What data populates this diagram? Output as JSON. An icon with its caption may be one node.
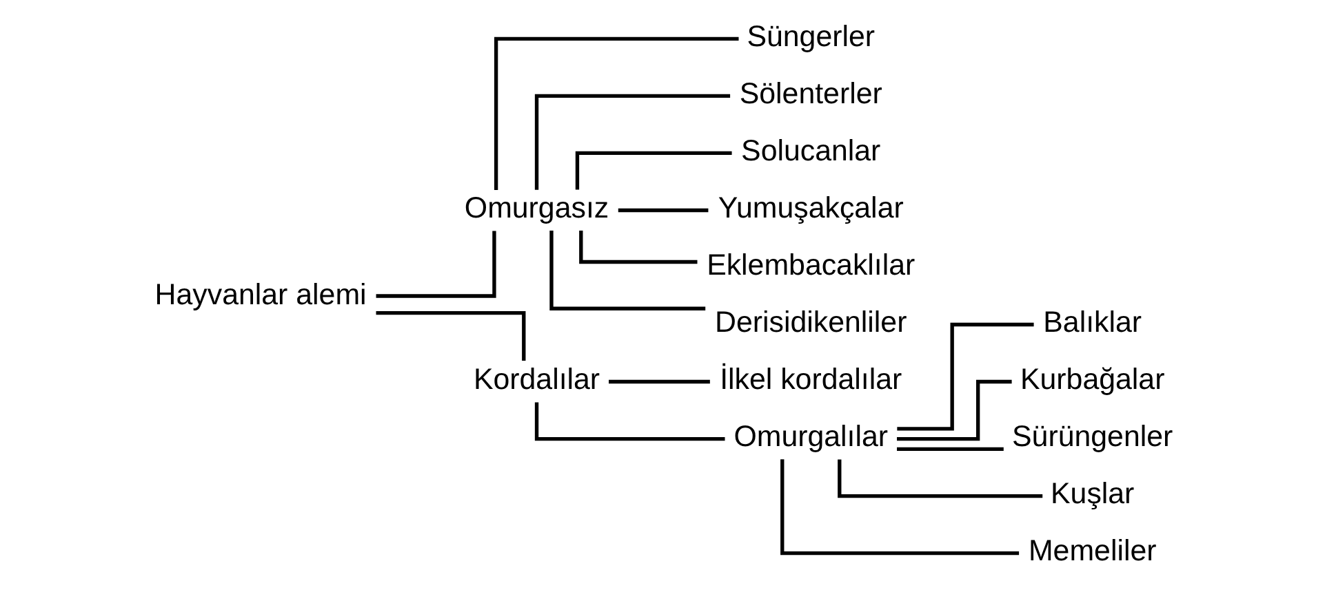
{
  "diagram": {
    "nodes": [
      {
        "text": [
          "Hayvanlar alemi"
        ]
      },
      {
        "text": [
          "Omurgasız"
        ]
      },
      {
        "text": [
          "Kordalılar"
        ]
      },
      {
        "text": [
          "Süngerler"
        ]
      },
      {
        "text": [
          "Sölenterler"
        ]
      },
      {
        "text": [
          "Solucanlar"
        ]
      },
      {
        "text": [
          "Yumuşakçalar"
        ]
      },
      {
        "text": [
          "Eklembacaklılar"
        ]
      },
      {
        "text": [
          "Derisidikenliler"
        ]
      },
      {
        "text": [
          "İlkel kordalılar"
        ]
      },
      {
        "text": [
          "Omurgalılar"
        ]
      },
      {
        "text": [
          "Balıklar"
        ]
      },
      {
        "text": [
          "Kurbağalar"
        ]
      },
      {
        "text": [
          "Sürüngenler"
        ]
      },
      {
        "text": [
          "Kuşlar"
        ]
      },
      {
        "text": [
          "Memeliler"
        ]
      }
    ],
    "edges": [
      {
        "from": 0,
        "to": 1,
        "arrow": "none"
      },
      {
        "from": 0,
        "to": 2,
        "arrow": "none"
      },
      {
        "from": 1,
        "to": 3,
        "arrow": "none"
      },
      {
        "from": 1,
        "to": 4,
        "arrow": "none"
      },
      {
        "from": 1,
        "to": 5,
        "arrow": "none"
      },
      {
        "from": 1,
        "to": 6,
        "arrow": "none"
      },
      {
        "from": 1,
        "to": 7,
        "arrow": "none"
      },
      {
        "from": 1,
        "to": 8,
        "arrow": "none"
      },
      {
        "from": 2,
        "to": 9,
        "arrow": "none"
      },
      {
        "from": 2,
        "to": 10,
        "arrow": "none"
      },
      {
        "from": 10,
        "to": 11,
        "arrow": "none"
      },
      {
        "from": 10,
        "to": 12,
        "arrow": "none"
      },
      {
        "from": 10,
        "to": 13,
        "arrow": "none"
      },
      {
        "from": 10,
        "to": 14,
        "arrow": "none"
      },
      {
        "from": 10,
        "to": 15,
        "arrow": "none"
      }
    ]
  }
}
